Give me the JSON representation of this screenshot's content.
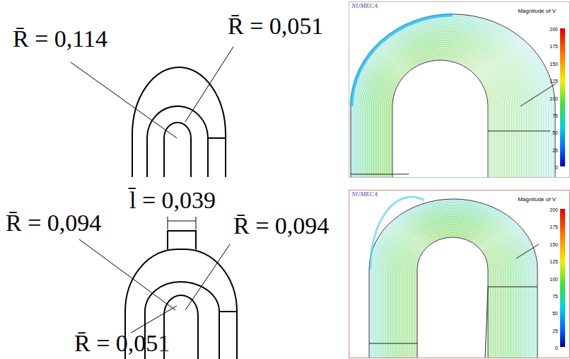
{
  "diagram": {
    "labels": [
      "R̄ = 0,114",
      "R̄ = 0,051",
      "NUMECA",
      "Magnitude of V",
      "200",
      "175",
      "150",
      "125",
      "100",
      "75",
      "50",
      "25",
      "0",
      "R̄ = 0,094",
      "l̄ = 0,039",
      "R̄ = 0,094",
      "R̄ = 0,051",
      "NUMECA",
      "Magnitude of V",
      "200",
      "175",
      "150",
      "125",
      "100",
      "75",
      "50",
      "25",
      "0"
    ]
  }
}
